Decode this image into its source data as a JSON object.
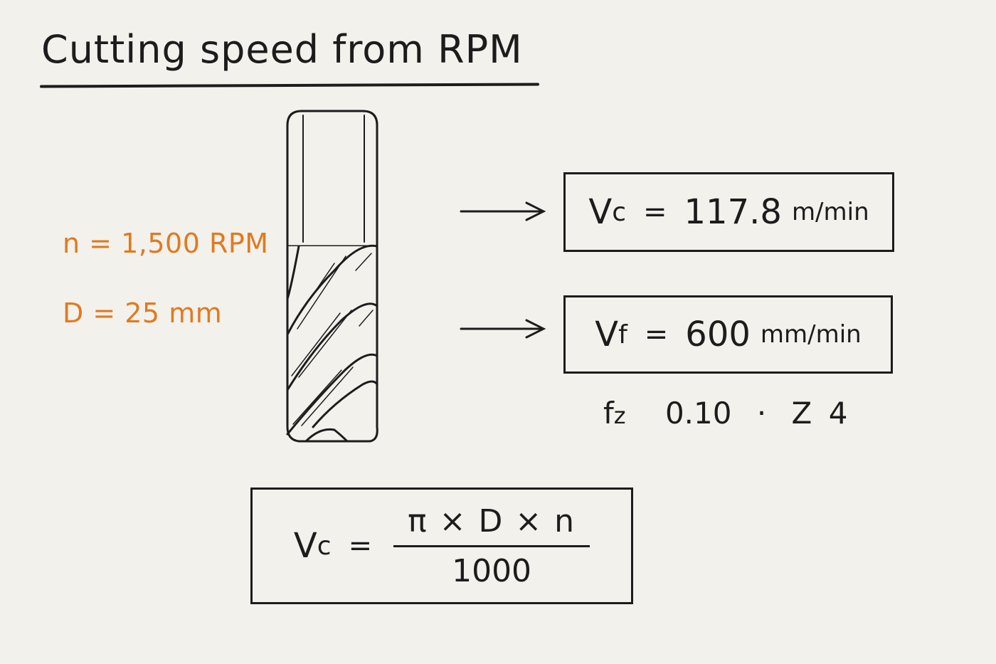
{
  "title": "Cutting speed from RPM",
  "given": {
    "rpm": "n = 1,500 RPM",
    "diameter": "D = 25 mm"
  },
  "results": {
    "cutting_speed": {
      "var": "V",
      "sub": "c",
      "eq": "=",
      "value": "117.8",
      "unit": "m/min"
    },
    "feed_rate": {
      "var": "V",
      "sub": "f",
      "eq": "=",
      "value": "600",
      "unit": "mm/min"
    }
  },
  "feed_note": {
    "fz_var": "f",
    "fz_sub": "z",
    "fz_value": "0.10",
    "dot": "·",
    "z_var": "Z",
    "z_value": "4"
  },
  "formula": {
    "lhs_var": "V",
    "lhs_sub": "c",
    "eq": "=",
    "numerator": "π × D × n",
    "denominator": "1000"
  },
  "colors": {
    "given_text": "#e07a1f",
    "ink": "#1c1c1c",
    "background": "#f3f1ec"
  },
  "icons": [
    "end-mill-icon",
    "arrow-right-icon"
  ]
}
